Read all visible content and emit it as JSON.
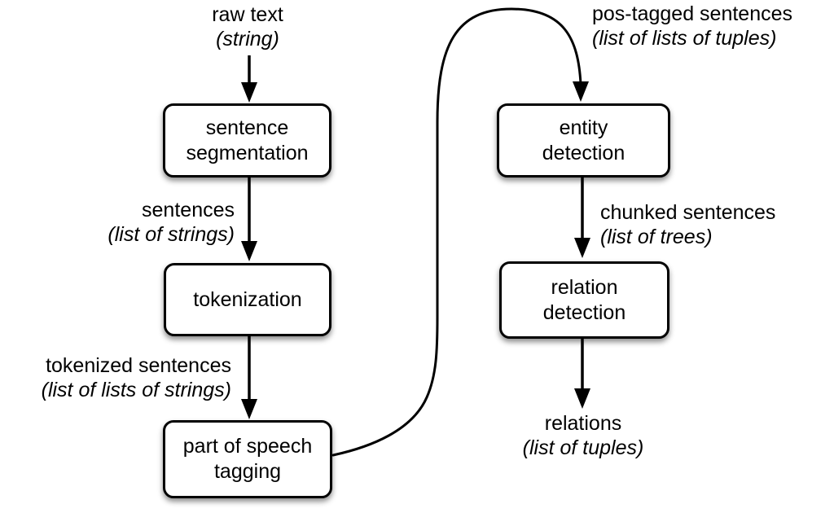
{
  "colors": {
    "ink": "#000000",
    "box_fill": "#ffffff",
    "background": "#ffffff"
  },
  "boxes": {
    "sentence_segmentation": {
      "lines": [
        "sentence",
        "segmentation"
      ]
    },
    "tokenization": {
      "lines": [
        "tokenization"
      ]
    },
    "pos_tagging": {
      "lines": [
        "part of speech",
        "tagging"
      ]
    },
    "entity_detection": {
      "lines": [
        "entity",
        "detection"
      ]
    },
    "relation_detection": {
      "lines": [
        "relation",
        "detection"
      ]
    }
  },
  "annotations": {
    "raw_text": {
      "name": "raw text",
      "type": "(string)"
    },
    "sentences": {
      "name": "sentences",
      "type": "(list of strings)"
    },
    "tokenized_sentences": {
      "name": "tokenized sentences",
      "type": "(list of lists of strings)"
    },
    "pos_tagged_sentences": {
      "name": "pos-tagged sentences",
      "type": "(list of lists of tuples)"
    },
    "chunked_sentences": {
      "name": "chunked sentences",
      "type": "(list of trees)"
    },
    "relations": {
      "name": "relations",
      "type": "(list of tuples)"
    }
  }
}
